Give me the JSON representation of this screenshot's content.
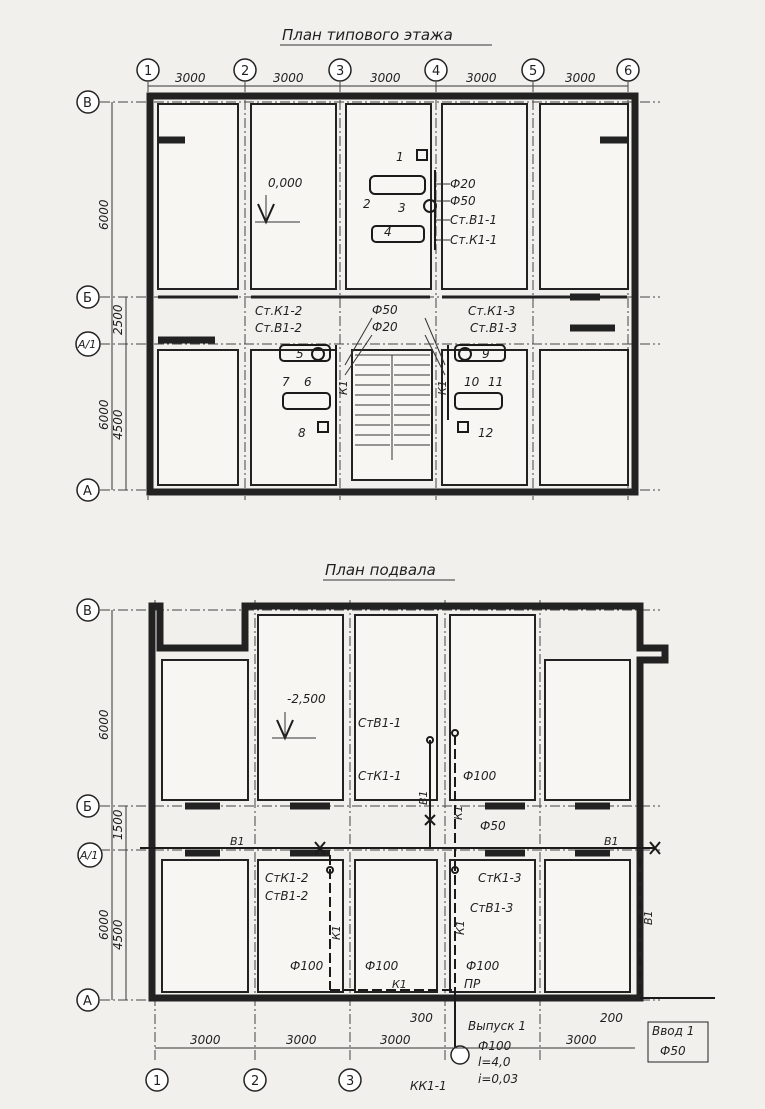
{
  "typical_floor": {
    "title": "План типового этажа",
    "axes_x": [
      "1",
      "2",
      "3",
      "4",
      "5",
      "6"
    ],
    "axes_y": [
      "В",
      "Б",
      "А/1",
      "А"
    ],
    "spans": [
      "3000",
      "3000",
      "3000",
      "3000",
      "3000"
    ],
    "dims_left": [
      "6000",
      "2500",
      "6000",
      "4500"
    ],
    "level": "0,000",
    "fixtures": [
      "1",
      "2",
      "3",
      "4",
      "5",
      "6",
      "7",
      "8",
      "9",
      "10",
      "11",
      "12"
    ],
    "labels": {
      "d20_top": "Ф20",
      "d50_top": "Ф50",
      "stv1_1": "Ст.В1-1",
      "stk1_1": "Ст.К1-1",
      "stk1_2": "Ст.К1-2",
      "stv1_2": "Ст.В1-2",
      "d50_mid": "Ф50",
      "d20_mid": "Ф20",
      "stk1_3": "Ст.К1-3",
      "stv1_3": "Ст.В1-3",
      "k1_left": "К1",
      "k1_right": "К1"
    }
  },
  "basement": {
    "title": "План подвала",
    "axes_x": [
      "1",
      "2",
      "3"
    ],
    "axes_y": [
      "В",
      "Б",
      "А/1",
      "А"
    ],
    "spans": [
      "3000",
      "3000",
      "3000",
      "3000"
    ],
    "dims_left": [
      "6000",
      "1500",
      "6000",
      "4500"
    ],
    "level": "-2,500",
    "labels": {
      "stv1_1": "СтВ1-1",
      "stk1_1": "СтК1-1",
      "d100_top": "Ф100",
      "b1_mid": "В1",
      "k1_mid": "К1",
      "d50": "Ф50",
      "b1_left": "В1",
      "b1_right": "В1",
      "stk1_2": "СтК1-2",
      "stv1_2": "СтВ1-2",
      "stk1_3": "СтК1-3",
      "stv1_3": "СтВ1-3",
      "k1_left_v": "К1",
      "k1_right_v": "К1",
      "d100_a": "Ф100",
      "d100_b": "Ф100",
      "d100_c": "Ф100",
      "k1_bottom": "К1",
      "pr": "ПР",
      "b1_vert": "В1",
      "dim_300": "300",
      "dim_200": "200",
      "outlet": "Выпуск 1",
      "outlet_d": "Ф100",
      "outlet_l": "l=4,0",
      "outlet_i": "i=0,03",
      "kk": "КК1-1",
      "inlet": "Ввод 1",
      "inlet_d": "Ф50"
    }
  },
  "colors": {
    "ink": "#222222",
    "paper": "#f2f0ec"
  }
}
